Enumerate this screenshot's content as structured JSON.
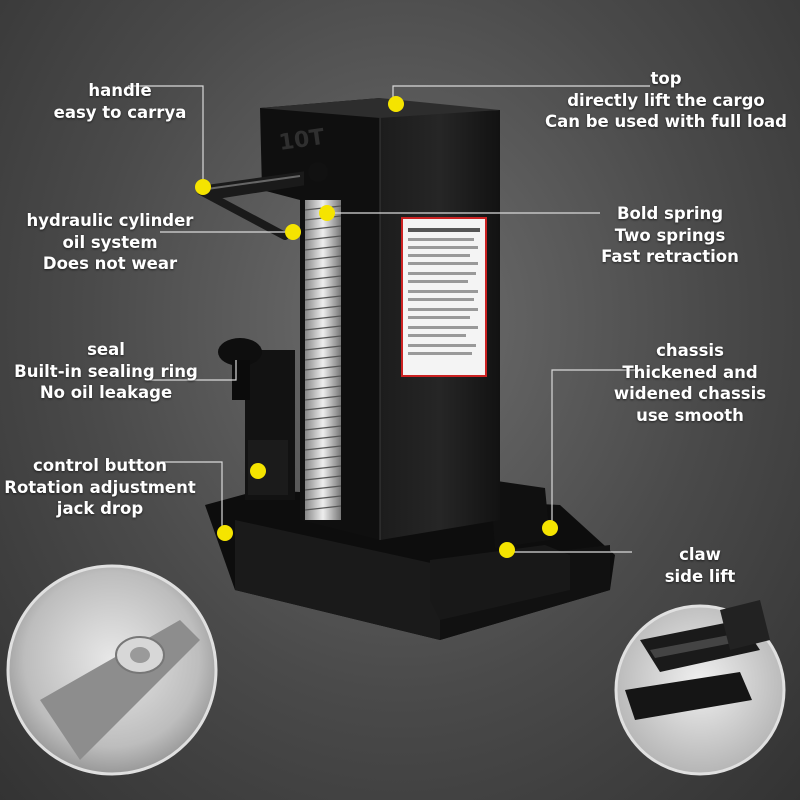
{
  "labels": {
    "handle": [
      "handle",
      "easy to carrya"
    ],
    "hydraulic": [
      "hydraulic cylinder",
      "oil system",
      "Does not wear"
    ],
    "seal": [
      "seal",
      "Built-in sealing ring",
      "No oil leakage"
    ],
    "control": [
      "control button",
      "Rotation adjustment",
      "jack drop"
    ],
    "top": [
      "top",
      "directly lift the cargo",
      "Can be used with full load"
    ],
    "spring": [
      "Bold spring",
      "Two springs",
      "Fast retraction"
    ],
    "chassis": [
      "chassis",
      "Thickened and",
      "widened chassis",
      "use smooth"
    ],
    "claw": [
      "claw",
      "side lift"
    ]
  },
  "product_marking": "10T",
  "colors": {
    "marker": "#f5e400",
    "leader_line": "#d9d9d9",
    "jack_body": "#151515",
    "background": "#4a4a4a"
  }
}
